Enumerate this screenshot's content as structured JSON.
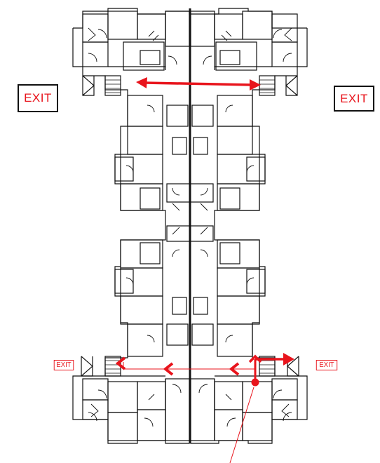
{
  "exit_signs": {
    "left_upper": "EXIT",
    "right_upper": "EXIT",
    "left_lower": "EXIT",
    "right_lower": "EXIT"
  },
  "colors": {
    "walls": "#111111",
    "route": "#e8141c",
    "background": "#ffffff"
  }
}
